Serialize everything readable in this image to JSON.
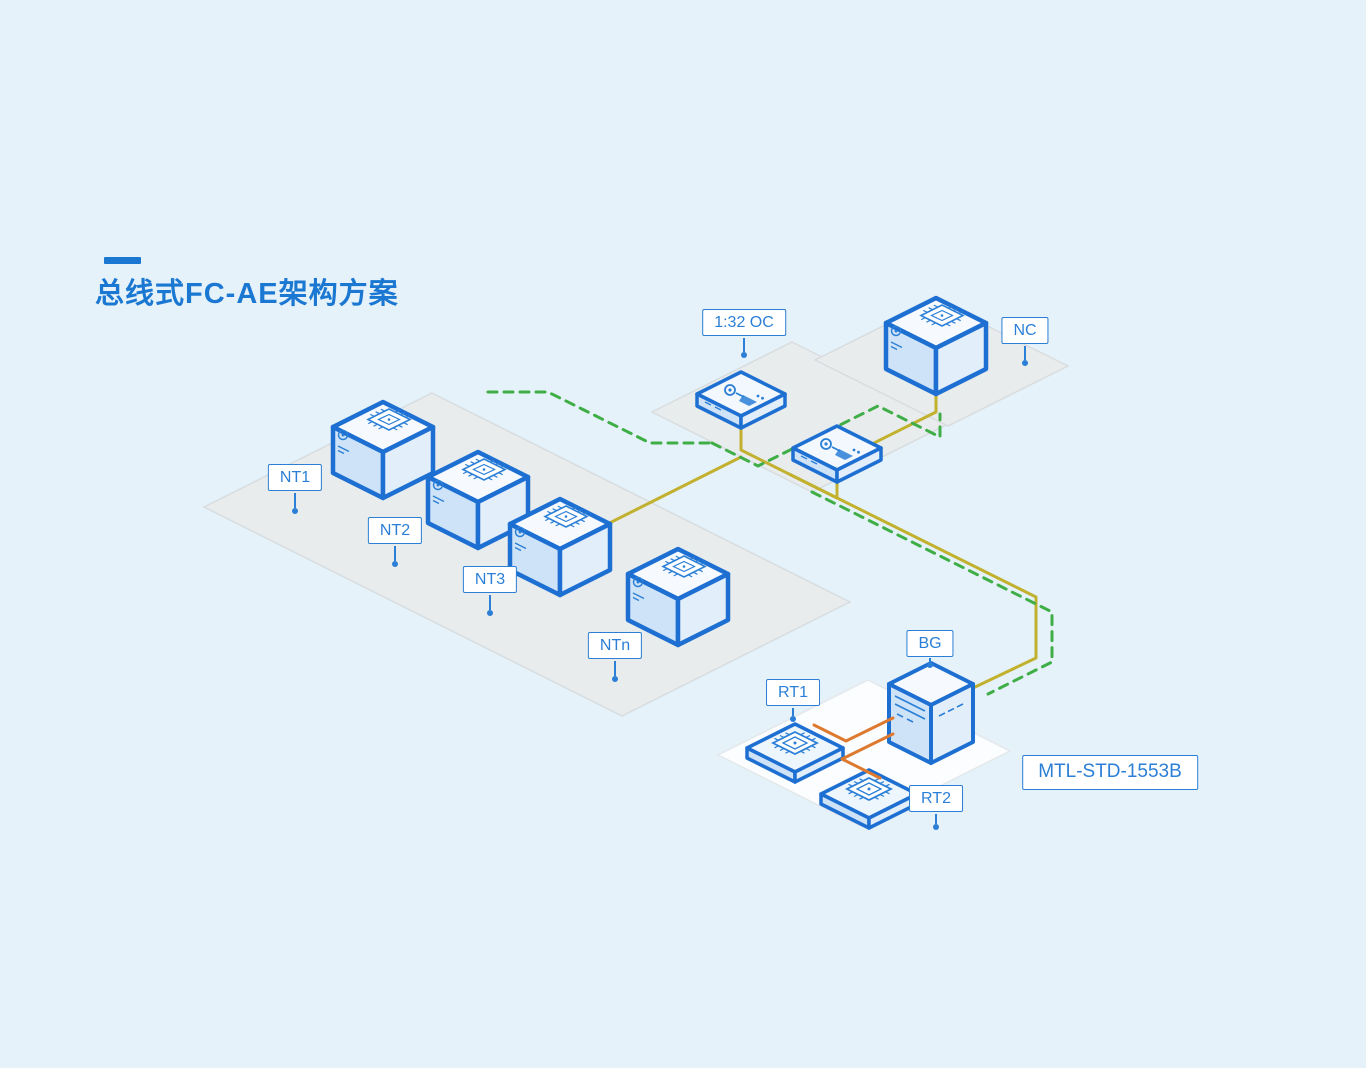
{
  "page": {
    "background_color": "#e6f2f9"
  },
  "title": {
    "text": "总线式FC-AE架构方案",
    "color": "#1b78d2"
  },
  "diagram": {
    "colors": {
      "node_outline_blue": "#1e6fd2",
      "label_blue": "#2b7fd6",
      "platform_gray": "#e9eced",
      "platform_white": "#fbfdfe",
      "bus_solid_yellow": "#c1b12f",
      "bus_dashed_green": "#3fae47",
      "rt_link_orange": "#dd7a30"
    },
    "buses": [
      {
        "name": "fiber-bus-solid",
        "color": "#c1b12f",
        "style": "solid"
      },
      {
        "name": "fiber-bus-dashed",
        "color": "#3fae47",
        "style": "dashed"
      },
      {
        "name": "rt-link",
        "color": "#dd7a30",
        "style": "solid"
      }
    ],
    "nodes": {
      "nt1": {
        "label": "NT1"
      },
      "nt2": {
        "label": "NT2"
      },
      "nt3": {
        "label": "NT3"
      },
      "ntn": {
        "label": "NTn"
      },
      "oc": {
        "label": "1:32 OC"
      },
      "nc": {
        "label": "NC"
      },
      "bg": {
        "label": "BG"
      },
      "rt1": {
        "label": "RT1"
      },
      "rt2": {
        "label": "RT2"
      },
      "mtl": {
        "label": "MTL-STD-1553B"
      }
    }
  }
}
